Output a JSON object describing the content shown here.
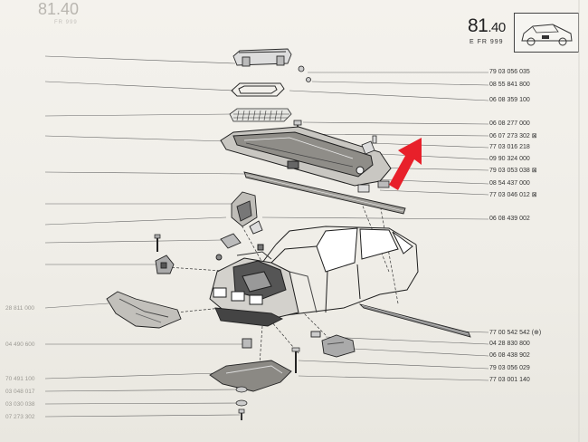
{
  "header": {
    "page_number": "81",
    "page_number_decimal": ".40",
    "page_sub": "E  FR 999",
    "faded_number": "81.40",
    "faded_sub": "FR 999"
  },
  "part_numbers": [
    "79 03 056 035",
    "08 55 841 800",
    "06 08 359 100",
    "06 08 277 000",
    "06 07 273 302 ⊠",
    "77 03 016 218",
    "09 90 324 000",
    "79 03 053 038 ⊠",
    "08 54 437 000",
    "77 03 046 012 ⊠",
    "06 08 439 002",
    "77 00 542 542 (⊕)",
    "04 28 830 800",
    "06 08 438 902",
    "79 03 056 029",
    "77 03 001 140"
  ],
  "left_margin_numbers": [
    "04 490 600",
    "70 491 100",
    "03 048 017",
    "03 030 038",
    "07 273 302",
    "28 811 000"
  ],
  "colors": {
    "arrow": "#e8202a",
    "ink": "#2a2a2a",
    "leader": "#555555"
  },
  "icons": [
    "red-arrow-icon",
    "car-thumbnail-icon"
  ]
}
